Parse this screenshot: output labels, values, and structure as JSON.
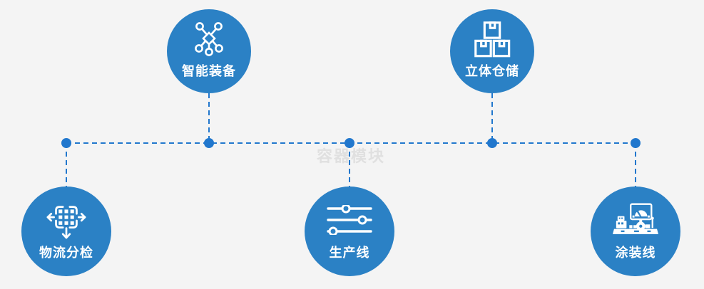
{
  "watermark": "容器模块",
  "colors": {
    "background": "#f4f4f4",
    "circle_fill": "#2b81c5",
    "connector": "#2177cd",
    "icon": "#ffffff",
    "label": "#ffffff",
    "watermark_color": "#dcdcdc"
  },
  "nodes": [
    {
      "label": "智能装备",
      "icon": "network-nodes-icon",
      "row": "top"
    },
    {
      "label": "立体仓储",
      "icon": "stacked-boxes-icon",
      "row": "top"
    },
    {
      "label": "物流分检",
      "icon": "sort-dispatch-icon",
      "row": "bottom"
    },
    {
      "label": "生产线",
      "icon": "sliders-icon",
      "row": "bottom"
    },
    {
      "label": "涂装线",
      "icon": "control-station-icon",
      "row": "bottom"
    }
  ]
}
